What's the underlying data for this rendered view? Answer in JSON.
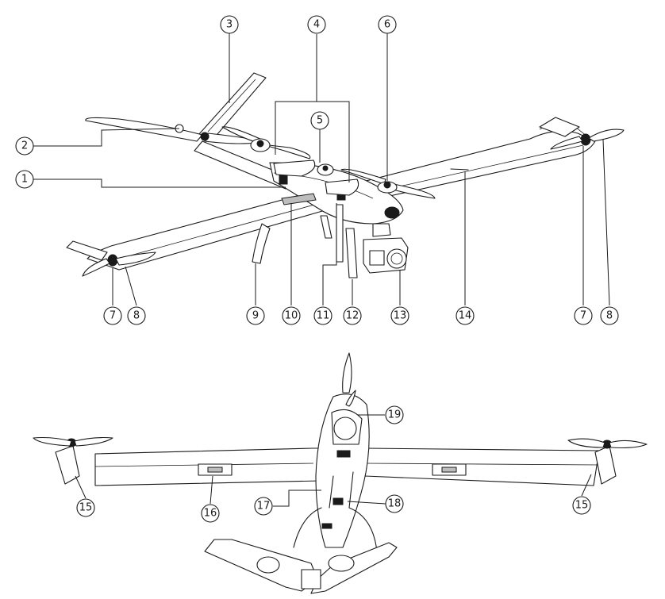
{
  "callouts": {
    "c1": "1",
    "c2": "2",
    "c3": "3",
    "c4": "4",
    "c5": "5",
    "c6": "6",
    "c7a": "7",
    "c8a": "8",
    "c7b": "7",
    "c8b": "8",
    "c9": "9",
    "c10": "10",
    "c11": "11",
    "c12": "12",
    "c13": "13",
    "c14": "14",
    "c15a": "15",
    "c15b": "15",
    "c16": "16",
    "c17": "17",
    "c18": "18",
    "c19": "19"
  },
  "colors": {
    "line": "#1a1a1a",
    "background": "#ffffff",
    "shade": "#bdbdbd"
  }
}
